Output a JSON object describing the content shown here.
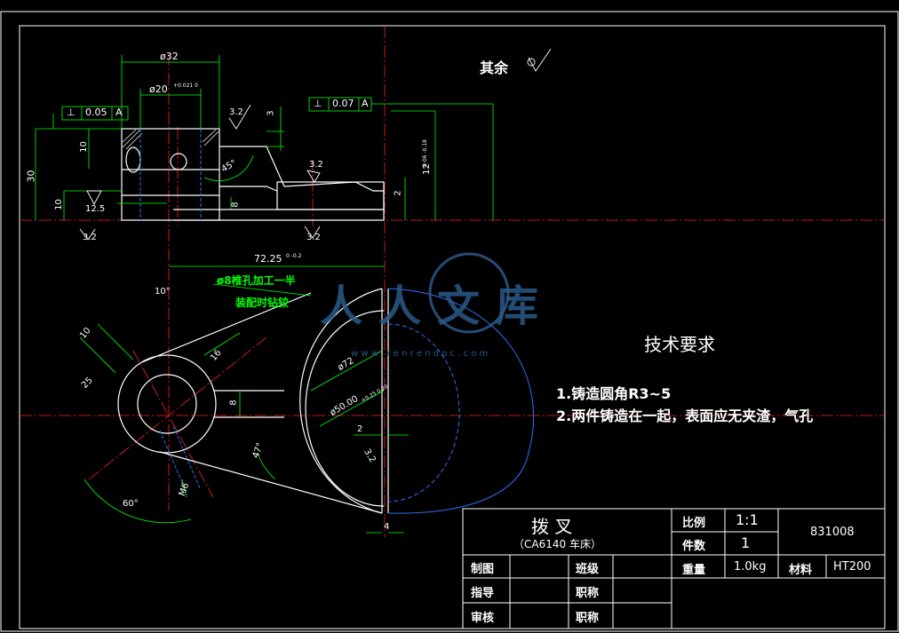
{
  "drawing": {
    "surface_finish_note": "其余",
    "tech_title": "技术要求",
    "tech_items": [
      "1.铸造圆角R3~5",
      "2.两件铸造在一起，表面应无夹渣，气孔"
    ],
    "hole_note_line1": "ø8椎孔加工一半",
    "hole_note_line2": "装配时钻铰",
    "watermark_text": "人人文库",
    "watermark_url": "w w w . r e n r e n d o c . c o m"
  },
  "dims": {
    "top_dia_32": "ø32",
    "top_dia_20": "ø20",
    "top_dia_20_tol": "+0.021 0",
    "gdt_left_symbol": "⊥",
    "gdt_left_value": "0.05",
    "gdt_left_datum": "A",
    "gdt_right_symbol": "⊥",
    "gdt_right_value": "0.07",
    "gdt_right_datum": "A",
    "rough_32_a": "3.2",
    "rough_32_b": "3.2",
    "rough_32_c": "3.2",
    "rough_32_d": "3.2",
    "rough_32_e": "3.2",
    "rough_125": "12.5",
    "rough_25": "25",
    "dim_3": "3",
    "dim_10_upper": "10",
    "dim_30": "30",
    "dim_10_lower": "10",
    "dim_8_side": "8",
    "dim_2_side": "2",
    "dim_12": "12",
    "dim_12_tol": "-0.06 -0.18",
    "angle_45": "45°",
    "dim_72_25": "72.25",
    "dim_72_25_tol": "0 -0.2",
    "angle_10": "10°",
    "dim_10_plan": "10",
    "dim_16": "16",
    "dim_72_dia": "ø72",
    "dim_50": "ø50.00",
    "dim_50_tol": "+0.25 0.20",
    "dim_8_plan": "8",
    "dim_2_plan": "2",
    "angle_47": "47°",
    "dim_m6": "M6",
    "angle_60": "60°",
    "dim_4": "4"
  },
  "title_block": {
    "part_name": "拨    叉",
    "machine": "（CA6140  车床）",
    "scale_label": "比例",
    "scale_value": "1:1",
    "qty_label": "件数",
    "qty_value": "1",
    "weight_label": "重量",
    "weight_value": "1.0kg",
    "material_label": "材料",
    "material_value": "HT200",
    "drawing_no": "831008",
    "drawn_label": "制图",
    "class_label": "班级",
    "guide_label": "指导",
    "title_label_1": "职称",
    "review_label": "审核",
    "title_label_2": "职称"
  },
  "colors": {
    "part_line": "#ffffff",
    "dimension": "#00ff00",
    "center_line": "#ff2020",
    "hidden": "#3070ff",
    "border": "#ffffff",
    "watermark": "#2a5a8a"
  }
}
